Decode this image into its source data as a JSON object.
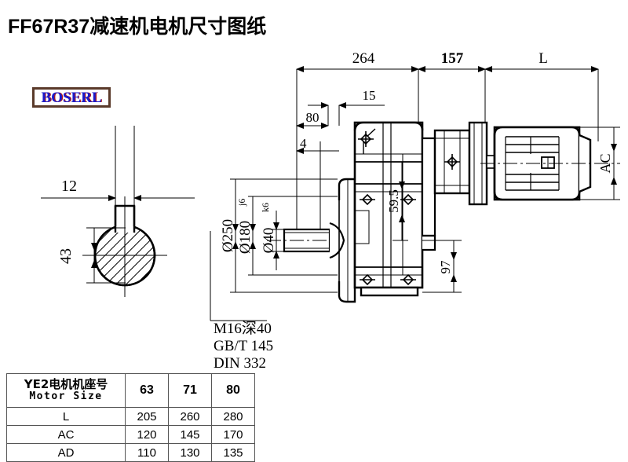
{
  "page": {
    "title": "FF67R37减速机电机尺寸图纸",
    "background_color": "#ffffff",
    "line_color": "#000000"
  },
  "logo": {
    "text": "BOSERL",
    "border_color": "#5a3a2a",
    "text_color": "#1a1acc",
    "shadow_color": "#b01818"
  },
  "drawing": {
    "type": "technical-engineering-drawing",
    "description": "Shaft mounted helical gear reducer with motor, side elevation plus shaft cross-section",
    "dimensions": {
      "overall_264": "264",
      "gearbox_157": "157",
      "motor_L": "L",
      "offset_15": "15",
      "flange_80": "80",
      "step_4": "4",
      "bore_250": "Ø250",
      "bore_180": "Ø180",
      "bore_180_fit": "j6",
      "shaft_40": "Ø40",
      "shaft_40_fit": "k6",
      "center_59_5": "59.5",
      "height_97": "97",
      "motor_AC": "AC",
      "key_width_12": "12",
      "key_height_43": "43"
    },
    "notes": [
      "M16深40",
      "GB/T 145",
      "DIN 332"
    ]
  },
  "table": {
    "header": {
      "label_cn": "YE2电机机座号",
      "label_en": "Motor Size",
      "sizes": [
        "63",
        "71",
        "80"
      ]
    },
    "rows": [
      {
        "label": "L",
        "values": [
          "205",
          "260",
          "280"
        ]
      },
      {
        "label": "AC",
        "values": [
          "120",
          "145",
          "170"
        ]
      },
      {
        "label": "AD",
        "values": [
          "110",
          "130",
          "135"
        ]
      }
    ]
  }
}
